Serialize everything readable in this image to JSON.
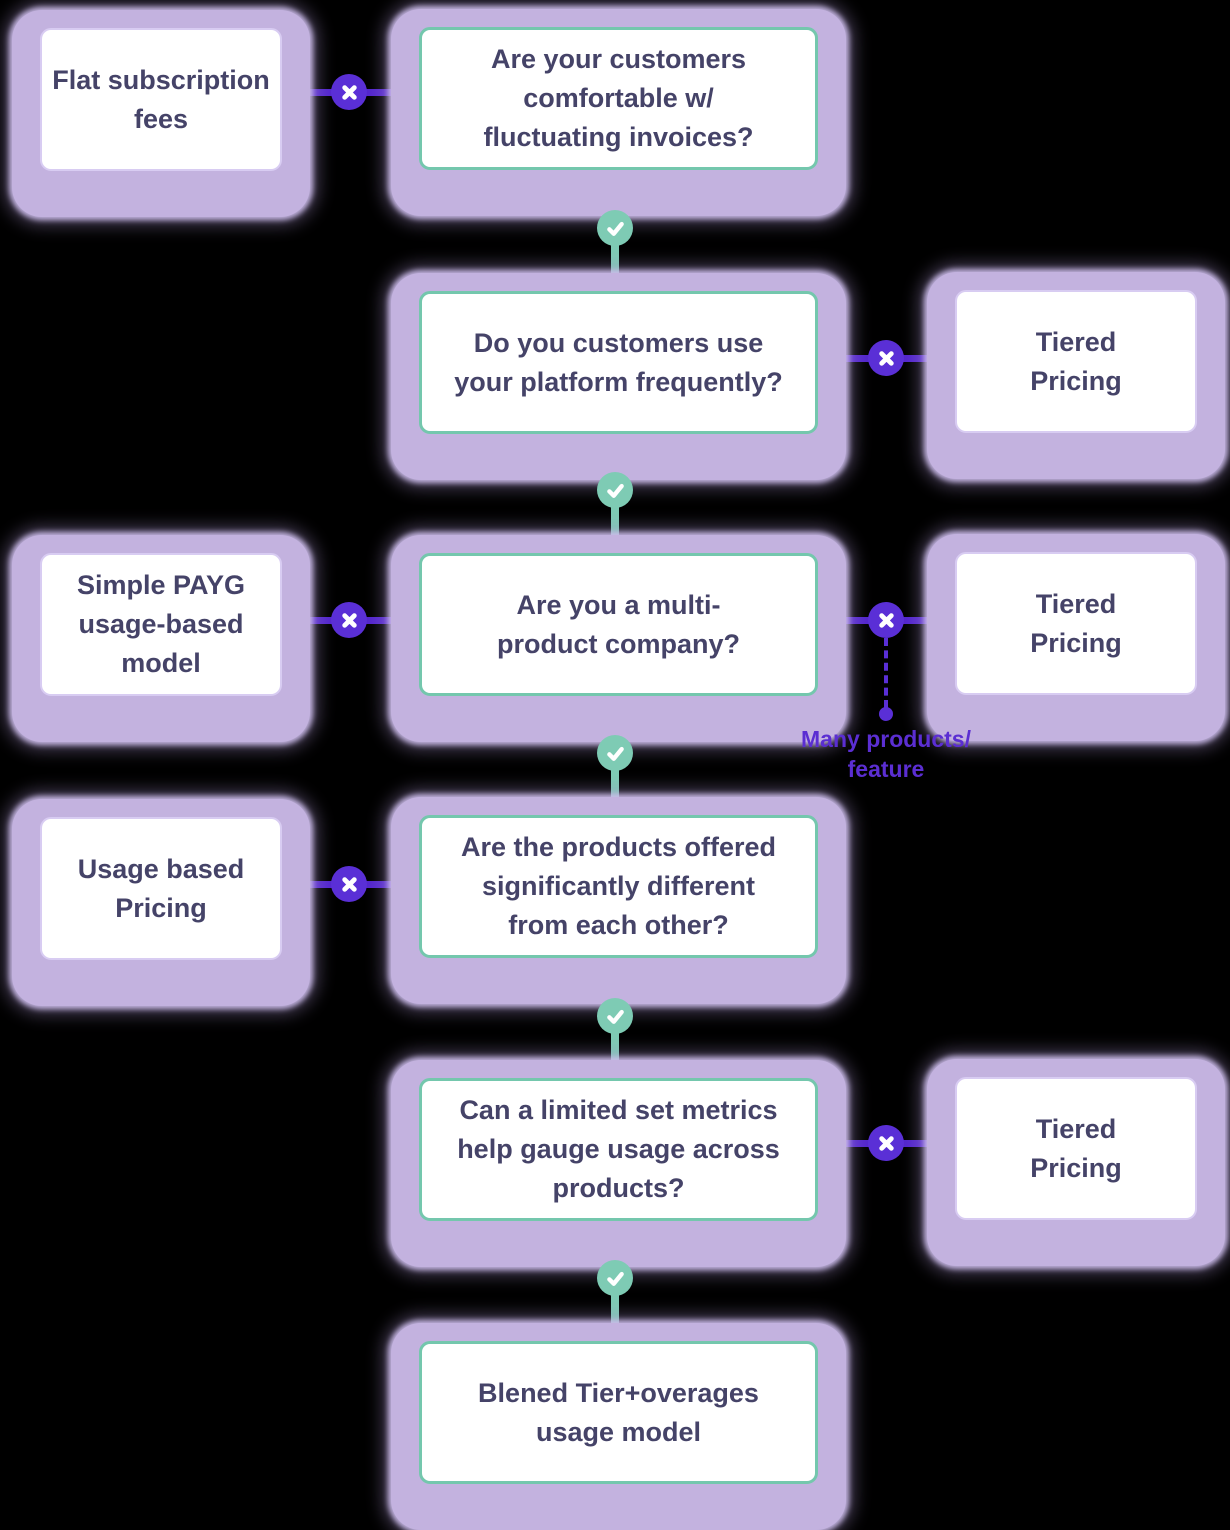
{
  "diagram": {
    "title": "Pricing model decision tree",
    "background": "#000000",
    "palette": {
      "glow": "#c3b2df",
      "box_bg": "#ffffff",
      "question_border_teal": "#74c7ad",
      "outcome_border_lavender": "#d8ccf2",
      "text": "#454368",
      "no_purple": "#5a2fd6",
      "no_line_purple": "#5326cd",
      "yes_teal": "#7ecbb4",
      "annotation_purple": "#5b2ed2"
    },
    "nodes": {
      "flat_subscription_fees": {
        "label": "Flat subscription\nfees",
        "type": "outcome"
      },
      "q_fluctuating_invoices": {
        "label": "Are your customers\ncomfortable w/\nfluctuating invoices?",
        "type": "question"
      },
      "q_platform_frequency": {
        "label": "Do you customers use\nyour platform frequently?",
        "type": "question"
      },
      "tiered_pricing_1": {
        "label": "Tiered\nPricing",
        "type": "outcome"
      },
      "simple_payg": {
        "label": "Simple PAYG\nusage-based\nmodel",
        "type": "outcome"
      },
      "q_multi_product": {
        "label": "Are you a multi-\nproduct company?",
        "type": "question"
      },
      "tiered_pricing_2": {
        "label": "Tiered\nPricing",
        "type": "outcome"
      },
      "usage_based_pricing": {
        "label": "Usage based\nPricing",
        "type": "outcome"
      },
      "q_products_different": {
        "label": "Are the products offered\nsignificantly different\nfrom each other?",
        "type": "question"
      },
      "q_limited_metrics": {
        "label": "Can a limited set metrics\nhelp gauge usage across\nproducts?",
        "type": "question"
      },
      "tiered_pricing_3": {
        "label": "Tiered\nPricing",
        "type": "outcome"
      },
      "blended_model": {
        "label": "Blened Tier+overages\nusage model",
        "type": "result"
      }
    },
    "annotation": {
      "label": "Many products/\nfeature"
    },
    "icons": {
      "no": "x-icon",
      "yes": "check-icon"
    }
  }
}
